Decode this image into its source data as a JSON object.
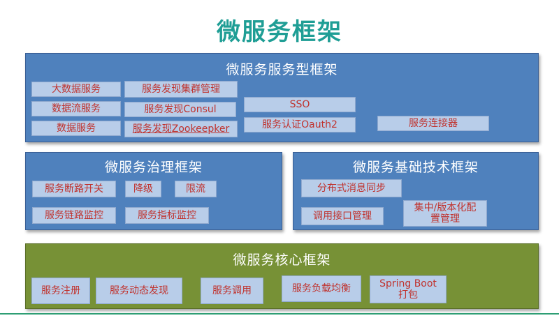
{
  "title": "微服务框架",
  "colors": {
    "title": "#1f9e95",
    "panel_blue": "#4f81bd",
    "panel_green": "#779136",
    "chip_bg": "#b8cde9",
    "chip_text": "#c0322d"
  },
  "service_framework": {
    "title": "微服务服务型框架",
    "items": [
      "大数据服务",
      "服务发现集群管理",
      "数据流服务",
      "服务发现Consul",
      "SSO",
      "数据服务",
      "服务发现Zookeepker",
      "服务认证Oauth2",
      "服务连接器"
    ]
  },
  "governance_framework": {
    "title": "微服务治理框架",
    "items": [
      "服务断路开关",
      "降级",
      "限流",
      "服务链路监控",
      "服务指标监控"
    ]
  },
  "tech_framework": {
    "title": "微服务基础技术框架",
    "items": [
      "分布式消息同步",
      "调用接口管理",
      "集中/版本化配置管理"
    ]
  },
  "core_framework": {
    "title": "微服务核心框架",
    "items": [
      "服务注册",
      "服务动态发现",
      "服务调用",
      "服务负载均衡",
      "Spring Boot\n打包"
    ]
  }
}
